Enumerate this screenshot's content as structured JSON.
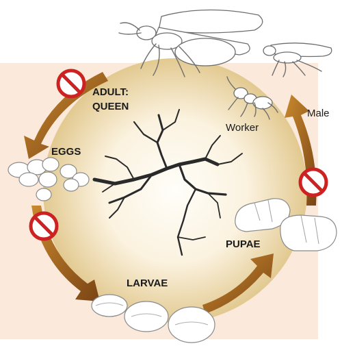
{
  "diagram": {
    "stages": {
      "adult_queen_line1": "ADULT:",
      "adult_queen_line2": "QUEEN",
      "eggs": "EGGS",
      "larvae": "LARVAE",
      "pupae": "PUPAE",
      "worker": "Worker",
      "male": "Male"
    },
    "icons": {
      "blocked": "no-symbol-icon",
      "crack": "crack-icon"
    },
    "colors": {
      "background_panel": "#fbe9dc",
      "circle_center": "#fffdf8",
      "circle_edge": "#e0c792",
      "arrow": "#9a5a1a",
      "no_symbol": "#cc2222"
    }
  }
}
